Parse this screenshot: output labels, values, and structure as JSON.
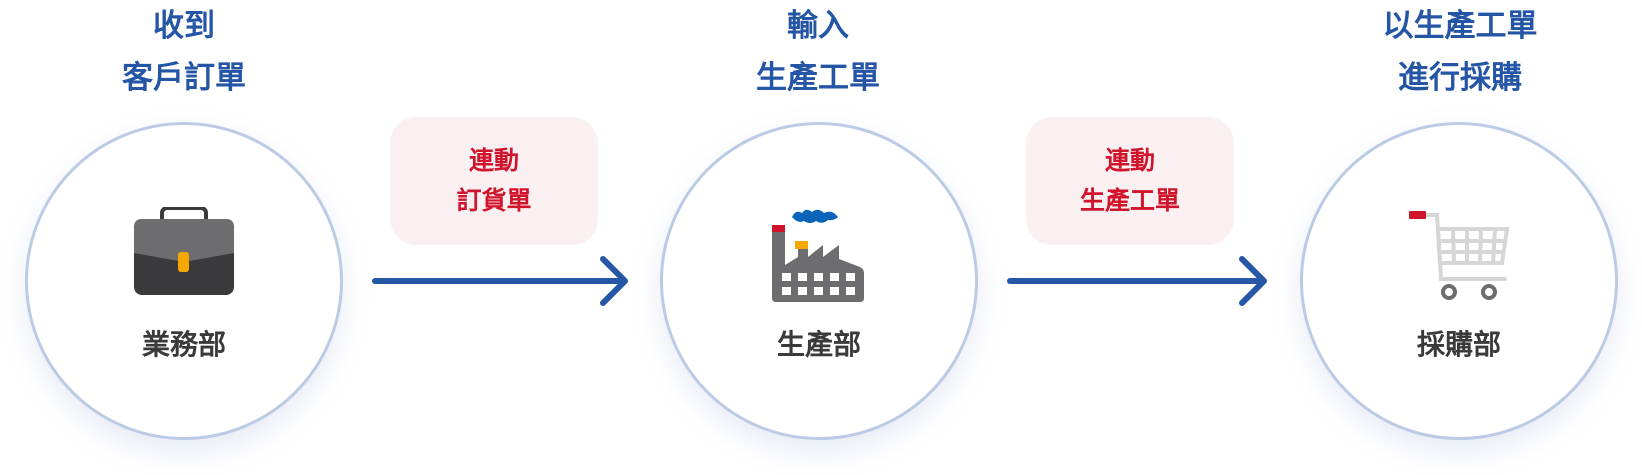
{
  "colors": {
    "title_blue": "#2556a6",
    "link_red": "#d0142c",
    "link_bg": "#fbf0f1",
    "circle_border": "#bccbe5",
    "arrow_blue": "#2656a6",
    "label_dark": "#3a3a3a"
  },
  "stages": [
    {
      "title_lines": [
        "收到",
        "客戶訂單"
      ],
      "department": "業務部",
      "icon": "briefcase-icon"
    },
    {
      "title_lines": [
        "輸入",
        "生產工單"
      ],
      "department": "生產部",
      "icon": "factory-icon"
    },
    {
      "title_lines": [
        "以生產工單",
        "進行採購"
      ],
      "department": "採購部",
      "icon": "shopping-cart-icon"
    }
  ],
  "links": [
    {
      "lines": [
        "連動",
        "訂貨單"
      ],
      "icon": "arrow-right-icon"
    },
    {
      "lines": [
        "連動",
        "生產工單"
      ],
      "icon": "arrow-right-icon"
    }
  ]
}
